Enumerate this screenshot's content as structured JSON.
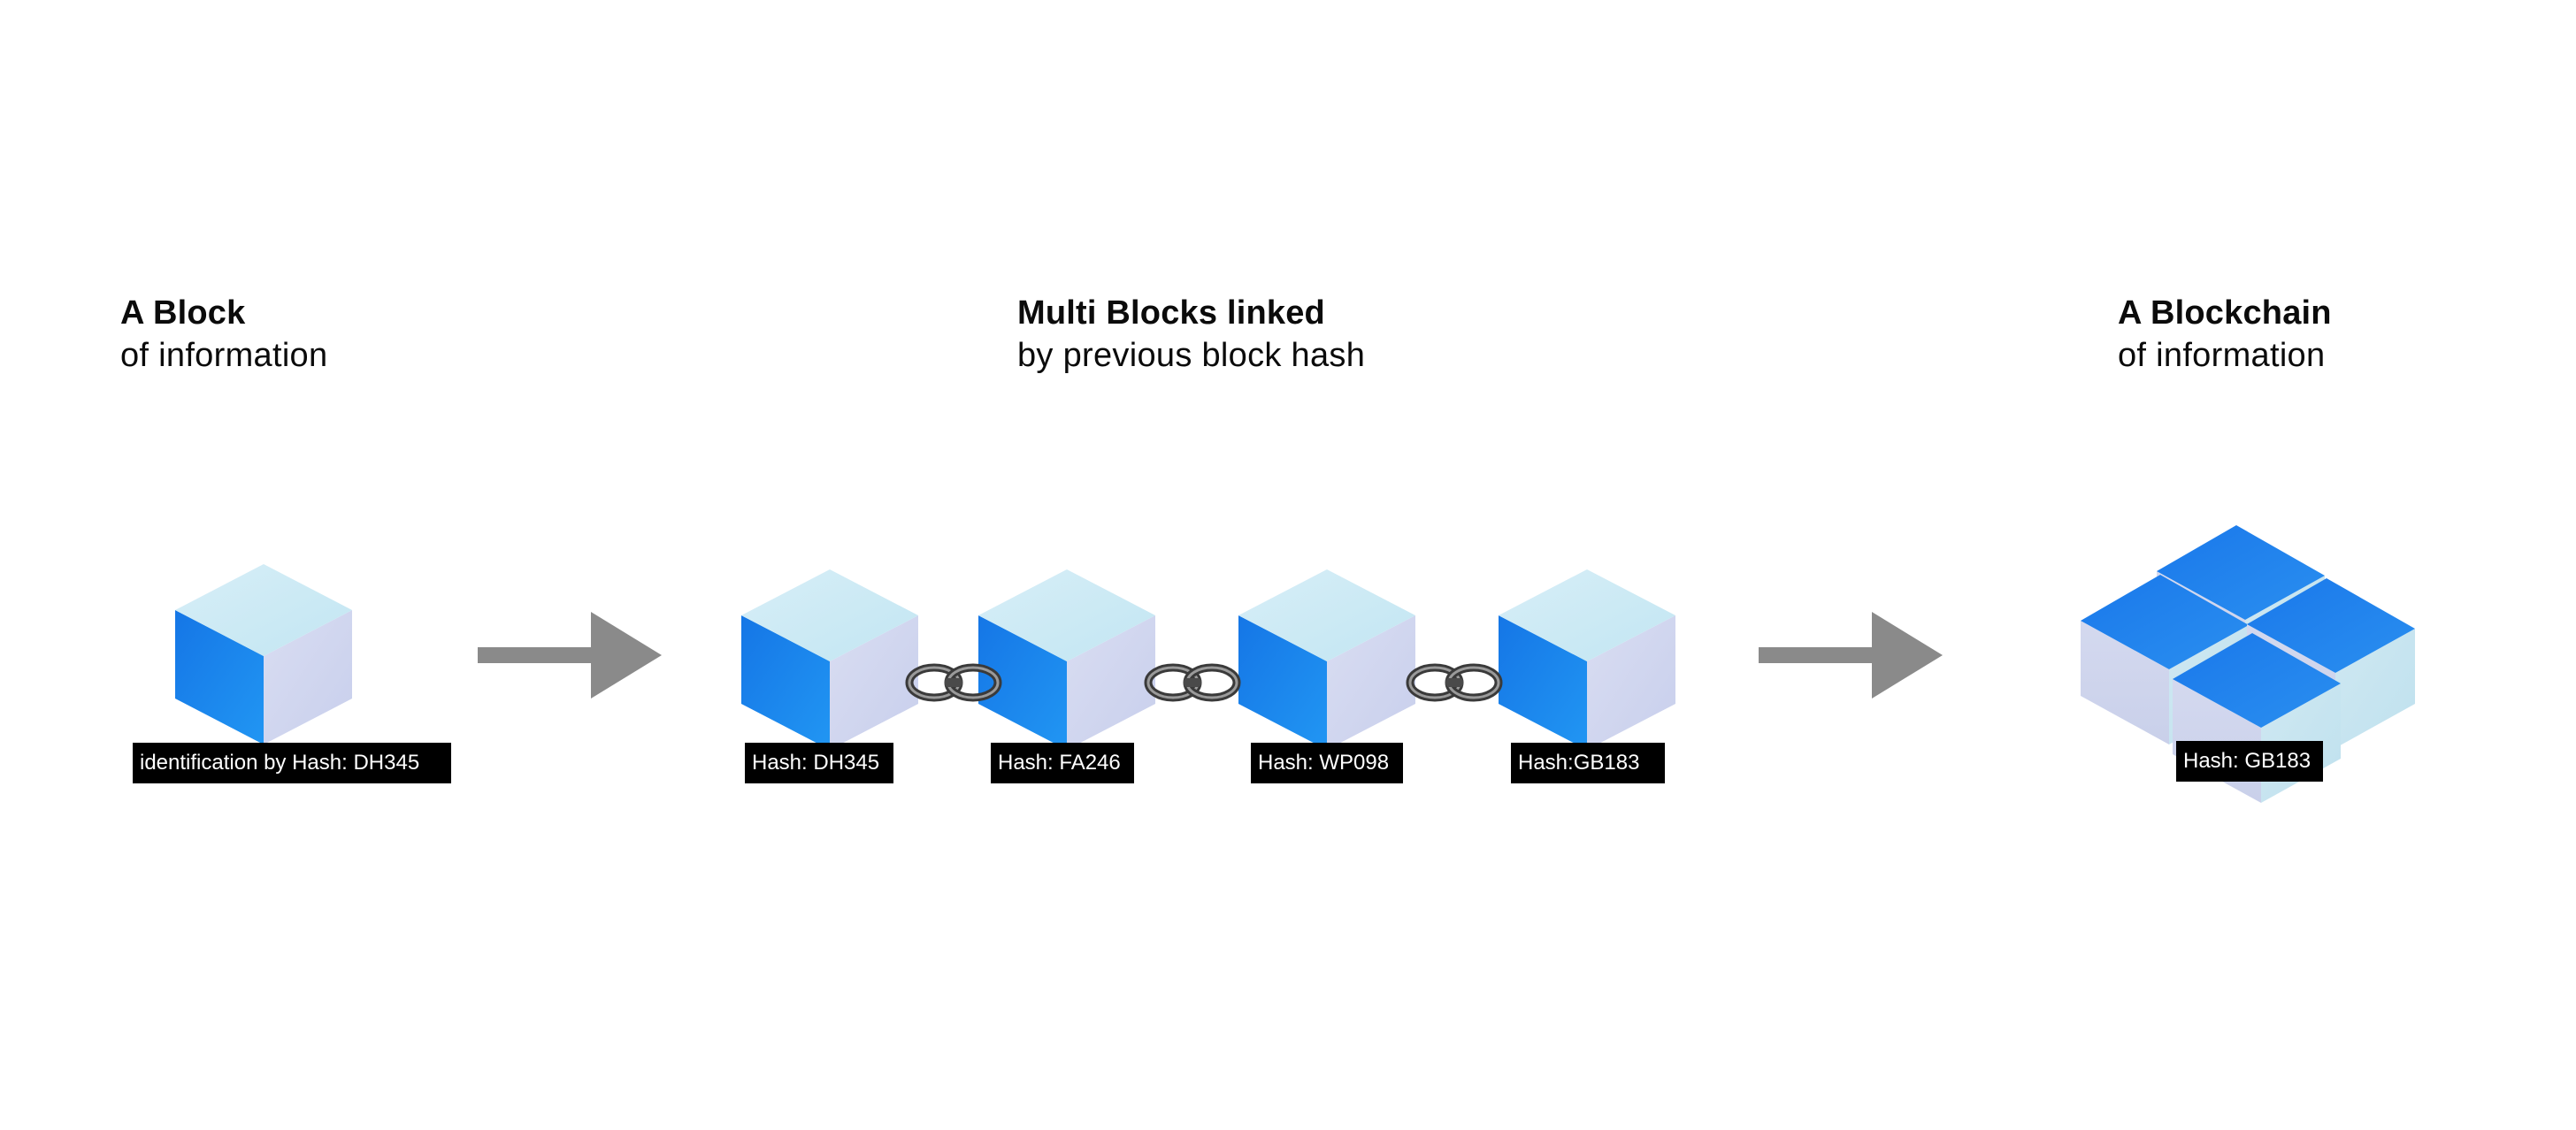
{
  "sections": {
    "block": {
      "title": "A Block",
      "subtitle": "of information"
    },
    "linked": {
      "title": "Multi Blocks linked",
      "subtitle": "by previous block hash"
    },
    "chain": {
      "title": "A Blockchain",
      "subtitle": "of information"
    }
  },
  "labels": {
    "single_block": "identification by Hash: DH345",
    "linked_1": "Hash: DH345",
    "linked_2": "Hash: FA246",
    "linked_3": "Hash: WP098",
    "linked_4": "Hash:GB183",
    "blockchain": "Hash: GB183"
  },
  "colors": {
    "cube_left": "#1a7fe6",
    "cube_top": "#cfeaf4",
    "cube_right": "#d3d8ef",
    "arrow": "#8a8a8a",
    "label_bg": "#000000",
    "label_text": "#ffffff"
  },
  "icons": [
    "cube-icon",
    "chain-link-icon",
    "arrow-right-icon"
  ]
}
